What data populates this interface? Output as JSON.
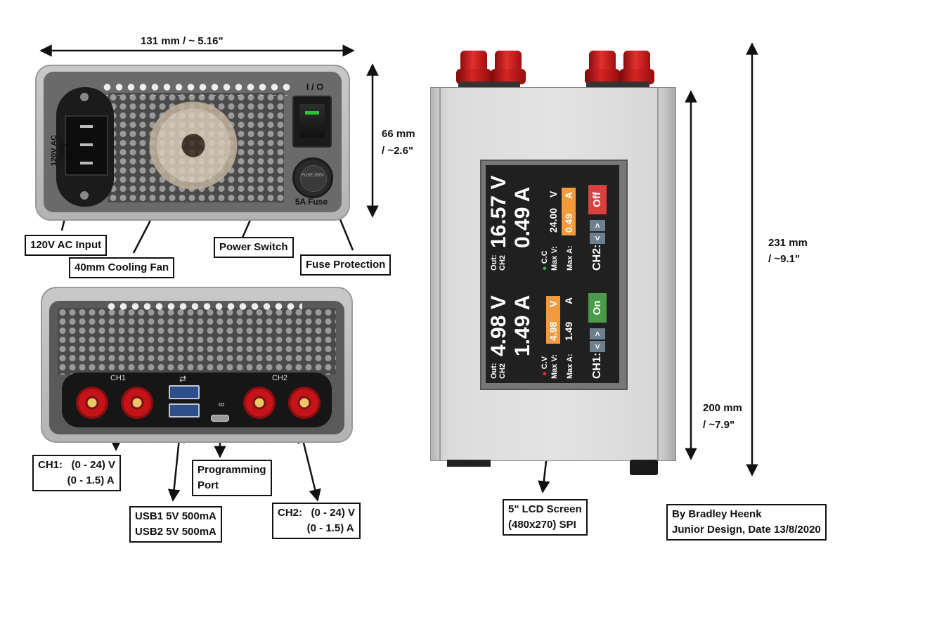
{
  "dimensions": {
    "width": "131 mm / ~ 5.16\"",
    "height_front_line1": "66 mm",
    "height_front_line2": "/ ~2.6\"",
    "overall_line1": "231 mm",
    "overall_line2": "/ ~9.1\"",
    "body_line1": "200 mm",
    "body_line2": "/ ~7.9\""
  },
  "rear_panel": {
    "ac_rating": "120V AC Only",
    "switch_marking": "I / O",
    "fuse_marking": "5A Fuse",
    "fuse_cap_text": "FUSE 250V"
  },
  "front_panel": {
    "ch1_label": "CH1",
    "ch2_label": "CH2"
  },
  "callouts": {
    "ac_input": "120V AC Input",
    "cooling_fan": "40mm Cooling Fan",
    "power_switch": "Power Switch",
    "fuse_protection": "Fuse Protection",
    "ch1": "CH1:   (0 - 24) V\n          (0 - 1.5) A",
    "usb": "USB1 5V 500mA\nUSB2 5V 500mA",
    "programming_port": "Programming\nPort",
    "ch2": "CH2:   (0 - 24) V\n          (0 - 1.5) A",
    "lcd": "5\" LCD Screen\n(480x270) SPI",
    "credit": "By Bradley Heenk\nJunior Design, Date 13/8/2020"
  },
  "lcd_screen": {
    "ch1": {
      "out_label": "Out:",
      "ch_label": "CH2",
      "voltage": "4.98 V",
      "current": "1.49 A",
      "mode": "C.V",
      "max_v_label": "Max V:",
      "max_v_value": "4.98",
      "max_v_unit": "V",
      "max_a_label": "Max A:",
      "max_a_value": "1.49",
      "max_a_unit": "A",
      "name": "CH1:",
      "state": "On"
    },
    "ch2": {
      "out_label": "Out:",
      "ch_label": "CH2",
      "voltage": "16.57 V",
      "current": "0.49 A",
      "mode": "C.C",
      "max_v_label": "Max V:",
      "max_v_value": "24.00",
      "max_v_unit": "V",
      "max_a_label": "Max A:",
      "max_a_value": "0.49",
      "max_a_unit": "A",
      "name": "CH2:",
      "state": "Off"
    },
    "arrow_left": "<",
    "arrow_right": ">",
    "colors": {
      "on": "#4a9a4a",
      "off": "#d94040",
      "highlight": "#f39a3a",
      "cv_dot": "#e53030",
      "cc_dot": "#3fae3f"
    }
  }
}
